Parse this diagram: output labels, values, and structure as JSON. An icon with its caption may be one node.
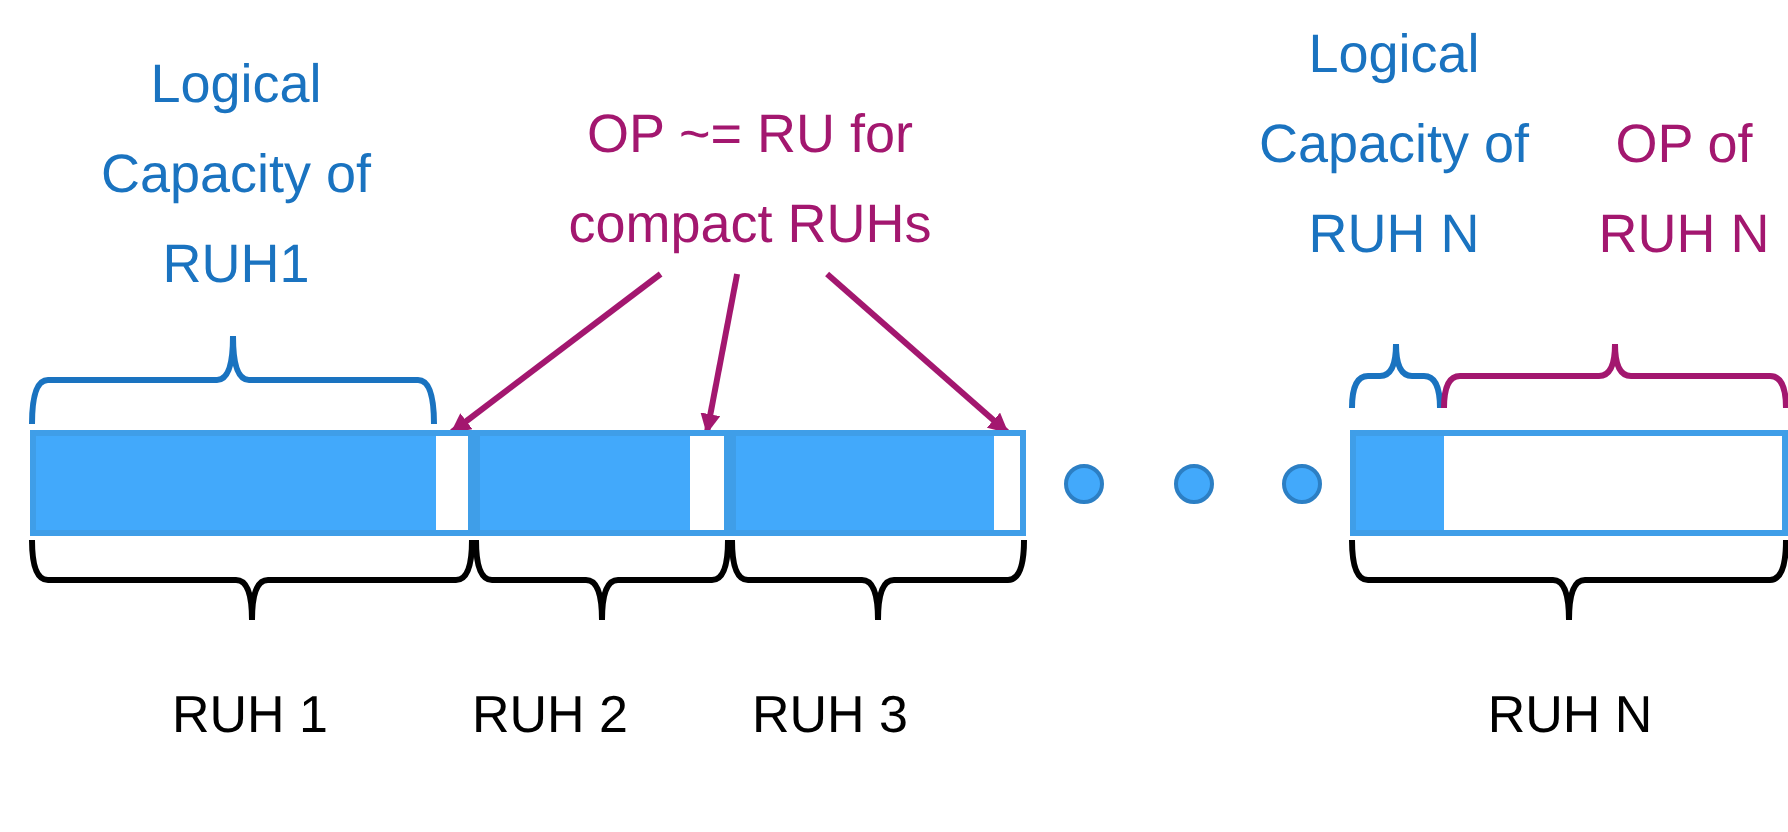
{
  "diagram": {
    "nodes": [
      {
        "text": [
          "OP ~= RU for compact RUHs"
        ]
      },
      {
        "text": [],
        "shape": "box"
      },
      {
        "text": [],
        "shape": "box"
      },
      {
        "text": [],
        "shape": "box"
      },
      {
        "text": [],
        "shape": "bar"
      }
    ],
    "edges": [
      {
        "from": 0,
        "to": 1,
        "arrow": "to"
      },
      {
        "from": 0,
        "to": 2,
        "arrow": "to"
      },
      {
        "from": 0,
        "to": 3,
        "arrow": "to"
      }
    ],
    "labels": [
      "Logical Capacity of RUH1",
      "Logical Capacity of RUH N",
      "OP of RUH N",
      "RUH 1",
      "RUH 2",
      "RUH 3",
      "RUH N"
    ]
  }
}
